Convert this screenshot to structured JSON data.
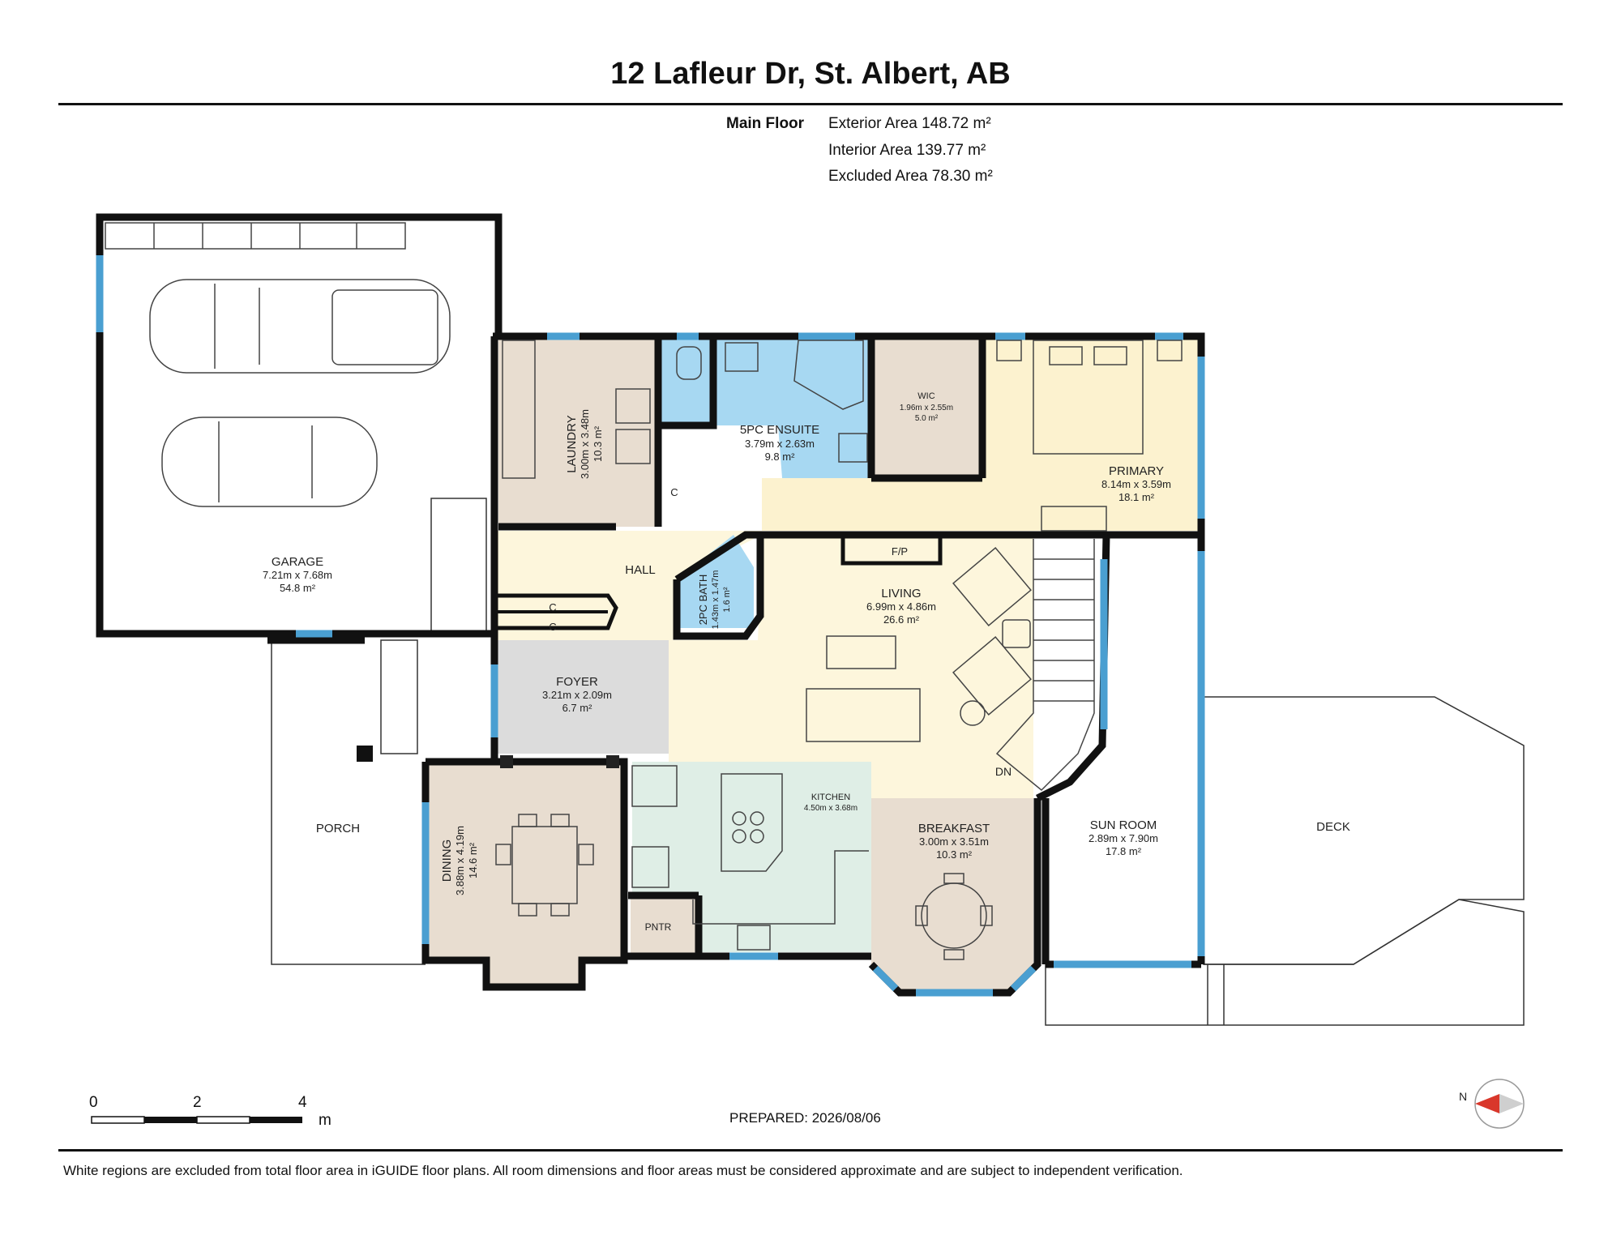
{
  "header": {
    "title": "12 Lafleur Dr, St. Albert, AB",
    "floor_label": "Main Floor",
    "areas": [
      "Exterior Area 148.72 m²",
      "Interior Area 139.77 m²",
      "Excluded Area 78.30 m²"
    ]
  },
  "colors": {
    "wall": "#111111",
    "window": "#4a9fd1",
    "garage": "#ffffff",
    "laundry": "#e8ddd0",
    "ensuite": "#a7d8f2",
    "wic": "#e8ddd0",
    "primary": "#fcf2cf",
    "hall": "#fdf6dc",
    "living": "#fdf6dc",
    "foyer": "#dcdcdc",
    "dining": "#e8ddd0",
    "kitchen": "#dfeee6",
    "breakfast": "#e8ddd0",
    "pntr": "#e8ddd0",
    "bath2": "#a7d8f2",
    "compass": "#d9372b"
  },
  "rooms": {
    "garage": {
      "name": "GARAGE",
      "dims": "7.21m x 7.68m",
      "area": "54.8 m²"
    },
    "laundry": {
      "name": "LAUNDRY",
      "dims": "3.00m x 3.48m",
      "area": "10.3 m²"
    },
    "ensuite": {
      "name": "5PC ENSUITE",
      "dims": "3.79m x 2.63m",
      "area": "9.8 m²"
    },
    "wic": {
      "name": "WIC",
      "dims": "1.96m x 2.55m",
      "area": "5.0 m²"
    },
    "primary": {
      "name": "PRIMARY",
      "dims": "8.14m x 3.59m",
      "area": "18.1 m²"
    },
    "hall": {
      "name": "HALL"
    },
    "bath2": {
      "name": "2PC BATH",
      "dims": "1.43m x 1.47m",
      "area": "1.6 m²"
    },
    "living": {
      "name": "LIVING",
      "dims": "6.99m x 4.86m",
      "area": "26.6 m²"
    },
    "foyer": {
      "name": "FOYER",
      "dims": "3.21m x 2.09m",
      "area": "6.7 m²"
    },
    "dining": {
      "name": "DINING",
      "dims": "3.88m x 4.19m",
      "area": "14.6 m²"
    },
    "kitchen": {
      "name": "KITCHEN",
      "dims": "4.50m x 3.68m"
    },
    "breakfast": {
      "name": "BREAKFAST",
      "dims": "3.00m x 3.51m",
      "area": "10.3 m²"
    },
    "pntr": {
      "name": "PNTR"
    },
    "sunroom": {
      "name": "SUN ROOM",
      "dims": "2.89m x 7.90m",
      "area": "17.8 m²"
    },
    "porch": {
      "name": "PORCH"
    },
    "deck": {
      "name": "DECK"
    }
  },
  "labels": {
    "closet": "C",
    "fireplace": "F/P",
    "stairs_down": "DN"
  },
  "scale": {
    "ticks": [
      "0",
      "2",
      "4"
    ],
    "unit": "m"
  },
  "compass": {
    "north": "N"
  },
  "footer": {
    "prepared": "PREPARED: 2026/08/06",
    "note": "White regions are excluded from total floor area in iGUIDE floor plans. All room dimensions and floor areas must be considered approximate and are subject to independent verification."
  }
}
